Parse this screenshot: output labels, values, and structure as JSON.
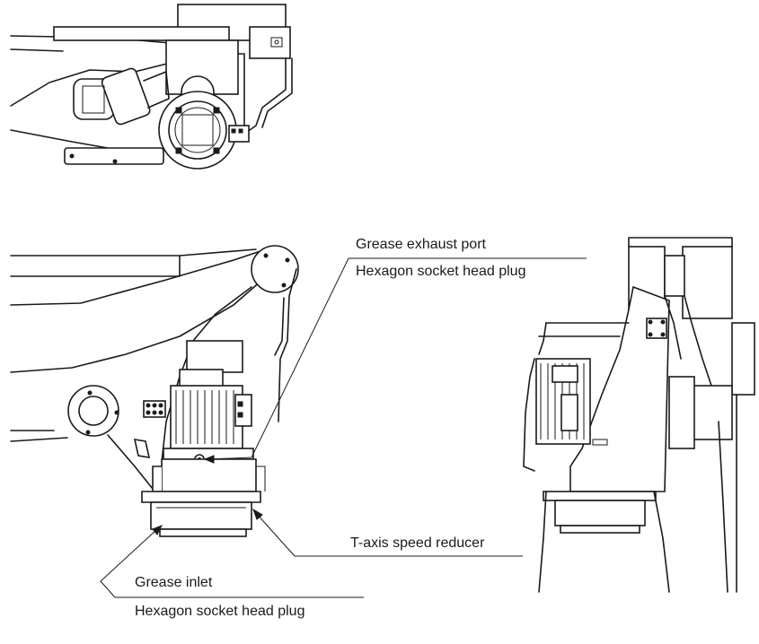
{
  "callouts": {
    "exhaust_title": "Grease exhaust port",
    "exhaust_plug": "Hexagon socket head plug",
    "reducer": "T-axis speed reducer",
    "inlet_title": "Grease inlet",
    "inlet_plug": "Hexagon socket head plug"
  },
  "colors": {
    "line": "#1a1a1a",
    "background": "#ffffff"
  }
}
